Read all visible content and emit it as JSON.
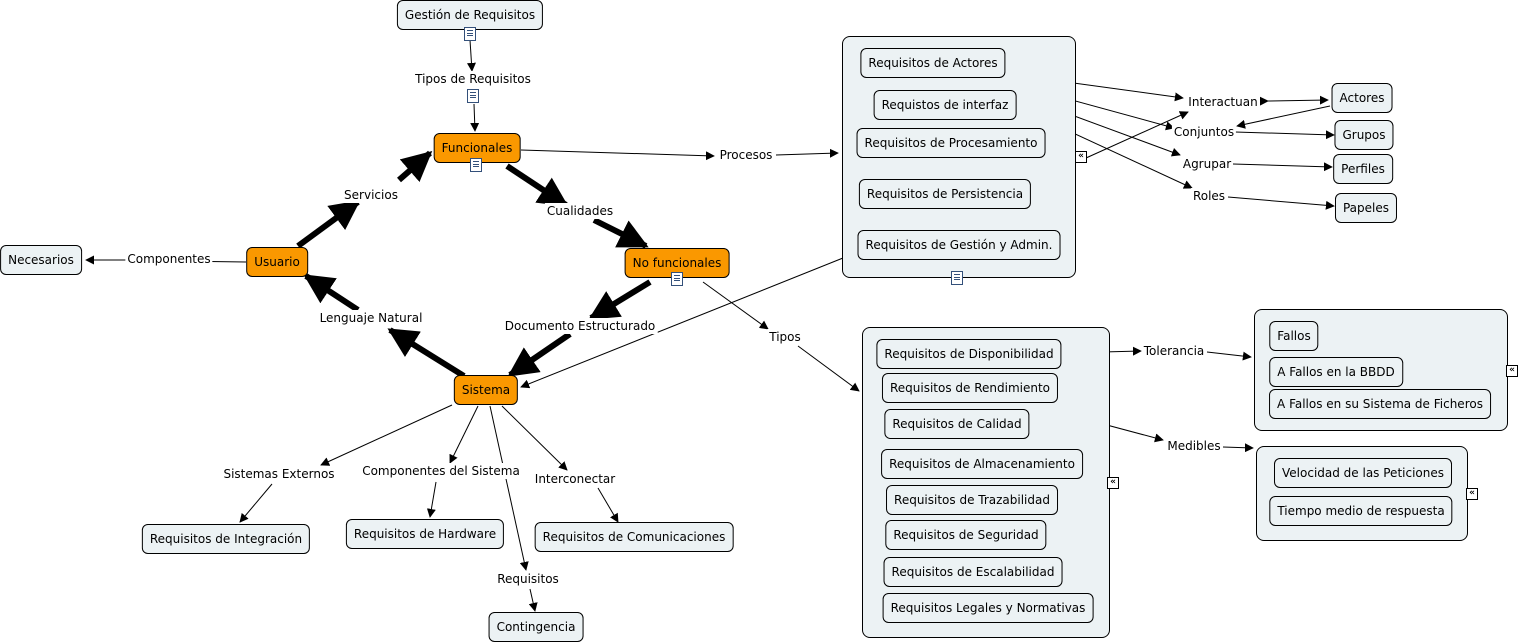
{
  "nodes": {
    "gestion": "Gestión de Requisitos",
    "tipos_req": "Tipos de Requisitos",
    "funcionales": "Funcionales",
    "servicios": "Servicios",
    "cualidades": "Cualidades",
    "usuario": "Usuario",
    "componentes": "Componentes",
    "necesarios": "Necesarios",
    "no_funcionales": "No funcionales",
    "lenguaje": "Lenguaje Natural",
    "documento": "Documento Estructurado",
    "sistema": "Sistema",
    "sistemas_externos": "Sistemas Externos",
    "componentes_sistema": "Componentes del Sistema",
    "interconectar": "Interconectar",
    "req_integracion": "Requisitos de Integración",
    "req_hardware": "Requisitos de Hardware",
    "req_comunicaciones": "Requisitos de Comunicaciones",
    "requisitos": "Requisitos",
    "contingencia": "Contingencia",
    "procesos": "Procesos",
    "tipos": "Tipos",
    "interactuan": "Interactuan",
    "conjuntos": "Conjuntos",
    "agrupar": "Agrupar",
    "roles": "Roles",
    "actores": "Actores",
    "grupos": "Grupos",
    "perfiles": "Perfiles",
    "papeles": "Papeles",
    "tolerancia": "Tolerancia",
    "medibles": "Medibles"
  },
  "procesos_group": [
    "Requisitos de Actores",
    "Requistos de interfaz",
    "Requisitos de Procesamiento",
    "Requisitos de Persistencia",
    "Requisitos de Gestión y Admin."
  ],
  "tipos_group": [
    "Requisitos de Disponibilidad",
    "Requisitos de Rendimiento",
    "Requisitos de Calidad",
    "Requisitos de Almacenamiento",
    "Requisitos de Trazabilidad",
    "Requisitos de Seguridad",
    "Requisitos de Escalabilidad",
    "Requisitos Legales y Normativas"
  ],
  "tolerancia_group": [
    "Fallos",
    "A Fallos en la BBDD",
    "A Fallos en su Sistema de Ficheros"
  ],
  "medibles_group": [
    "Velocidad de las Peticiones",
    "Tiempo medio de respuesta"
  ],
  "colors": {
    "node_fill": "#ecf2f4",
    "highlight_fill": "#fa9800",
    "line": "#000000"
  },
  "icons": {
    "doc": "resource-doc-icon",
    "expand": "expand-collapse-icon"
  }
}
